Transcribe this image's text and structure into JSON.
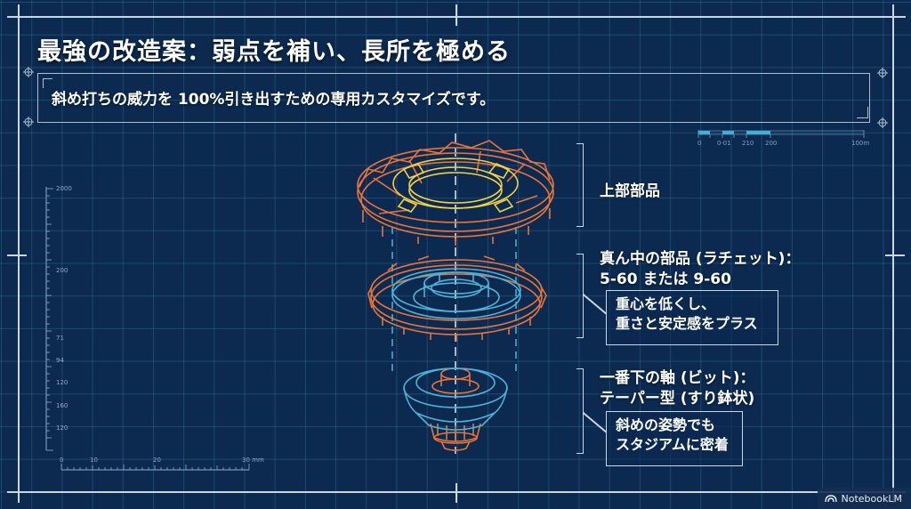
{
  "title": "最強の改造案：弱点を補い、長所を極める",
  "subtitle": "斜め打ちの威力を 100%引き出すための専用カスタマイズです。",
  "top_scale": {
    "labels": [
      "0",
      "0·01",
      "210",
      "200",
      "100m"
    ]
  },
  "vertical_ruler": {
    "labels": [
      "2000",
      "200",
      "71",
      "94",
      "120",
      "160",
      "120"
    ]
  },
  "horizontal_ruler": {
    "labels": [
      "0",
      "10",
      "20",
      "30 mm"
    ]
  },
  "parts": [
    {
      "name": "上部部品",
      "heading": "上部部品",
      "colors": {
        "outline": "#e8743a",
        "inner": "#f2d04a"
      }
    },
    {
      "name": "ratchet",
      "heading_line1": "真ん中の部品 (ラチェット)：",
      "heading_line2": "5-60 または 9-60",
      "callout_line1": "重心を低くし、",
      "callout_line2": "重さと安定感をプラス",
      "colors": {
        "outline": "#e8743a",
        "inner": "#4fb3d9"
      }
    },
    {
      "name": "bit",
      "heading_line1": "一番下の軸 (ビット)：",
      "heading_line2": "テーパー型 (すり鉢状)",
      "callout_line1": "斜めの姿勢でも",
      "callout_line2": "スタジアムに密着",
      "colors": {
        "outline": "#4fb3d9",
        "inner": "#e8743a"
      }
    }
  ],
  "watermark": {
    "icon": "notebooklm-logo-icon",
    "label": "NotebookLM"
  },
  "colors": {
    "background": "#0c2a50",
    "grid": "#4696c8",
    "frame": "#c9d6e4",
    "orange": "#e8743a",
    "yellow": "#f2d04a",
    "cyan": "#4fb3d9"
  }
}
